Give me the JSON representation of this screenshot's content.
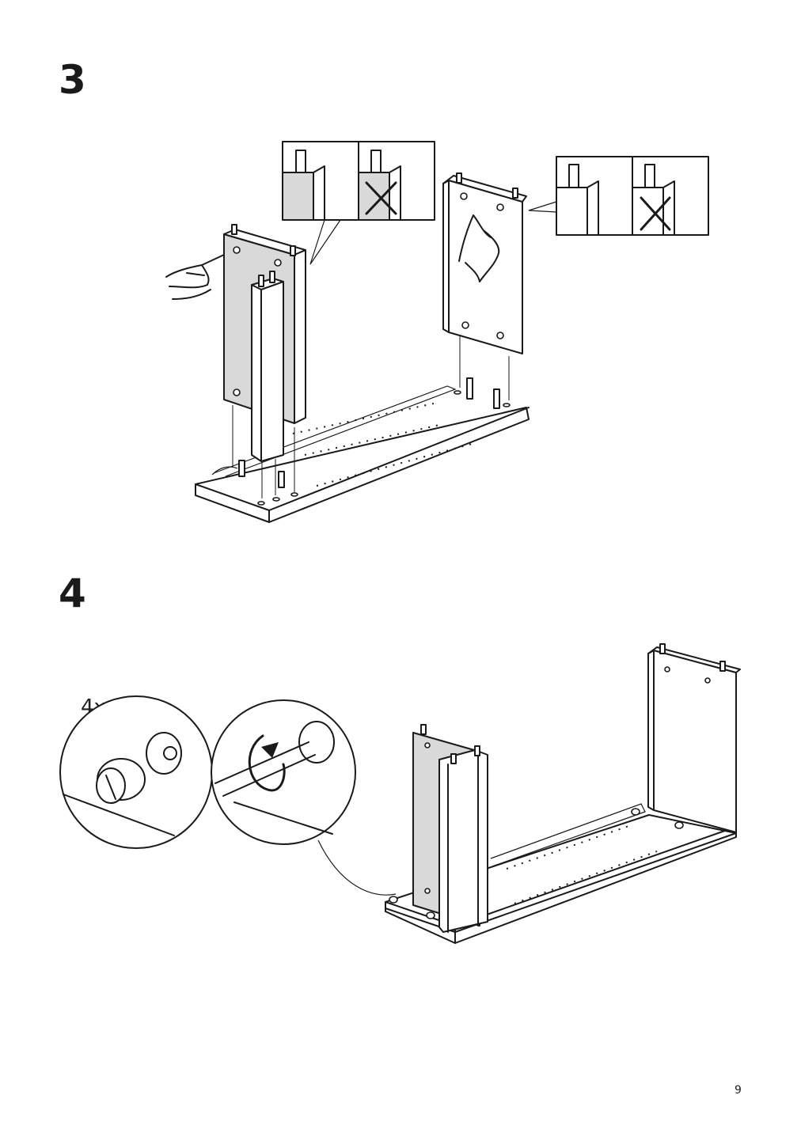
{
  "steps": [
    {
      "number": "3"
    },
    {
      "number": "4",
      "quantity_label": "4x"
    }
  ],
  "page_number": "9"
}
